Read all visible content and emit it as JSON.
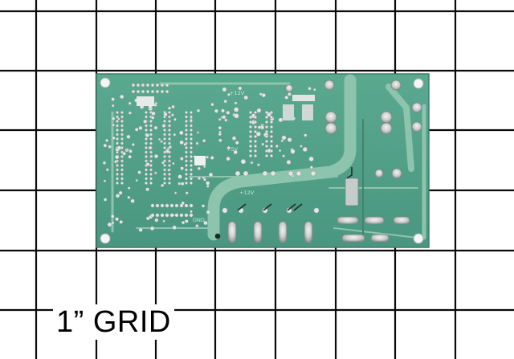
{
  "photo": {
    "background": "#ffffff",
    "grid_color": "#0a0a0a",
    "grid_label": "1” GRID",
    "board": {
      "solder_mask_color": "#4f9e86",
      "trace_color": "#8cc4ad",
      "silkscreen_labels": [
        "+12V",
        "+5V",
        "+12V",
        "GND"
      ]
    }
  }
}
